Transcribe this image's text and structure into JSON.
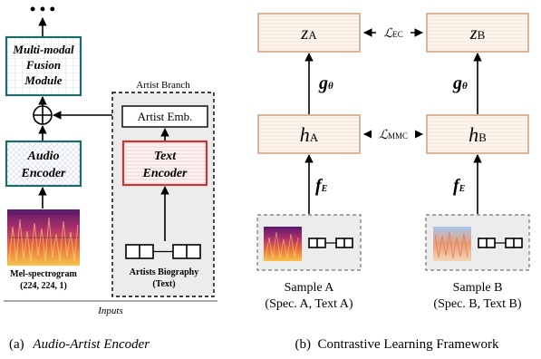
{
  "left": {
    "dots": "• • •",
    "fusion_line1": "Multi-modal",
    "fusion_line2": "Fusion",
    "fusion_line3": "Module",
    "audio_encoder_line1": "Audio",
    "audio_encoder_line2": "Encoder",
    "artist_branch_label": "Artist Branch",
    "artist_emb_label": "Artist Emb.",
    "text_encoder_line1": "Text",
    "text_encoder_line2": "Encoder",
    "mel_label_line1": "Mel-spectrogram",
    "mel_label_line2": "(224, 224, 1)",
    "bio_label_line1": "Artists Biography",
    "bio_label_line2": "(Text)",
    "inputs_label": "Inputs",
    "caption": {
      "prefix": "(a)",
      "text": "Audio-Artist Encoder"
    }
  },
  "right": {
    "z_a": {
      "main": "z",
      "sub": "A"
    },
    "z_b": {
      "main": "z",
      "sub": "B"
    },
    "h_a": {
      "main": "h",
      "sub": "A"
    },
    "h_b": {
      "main": "h",
      "sub": "B"
    },
    "g_theta": {
      "main": "g",
      "sub": "θ"
    },
    "f_e": {
      "main": "f",
      "sub": "E"
    },
    "loss_ec": {
      "main": "ℒ",
      "sub": "EC"
    },
    "loss_mmc": {
      "main": "ℒ",
      "sub": "MMC"
    },
    "sample_a_line1": "Sample A",
    "sample_a_line2": "(Spec. A, Text A)",
    "sample_b_line1": "Sample B",
    "sample_b_line2": "(Spec. B, Text B)",
    "caption": "(b)  Contrastive Learning Framework"
  },
  "colors": {
    "teal": "#1f6b6b",
    "red": "#c0393b",
    "peach_fill": "#fdf1e7",
    "peach_border": "#dbb59b",
    "gray_fill": "#ececec"
  }
}
